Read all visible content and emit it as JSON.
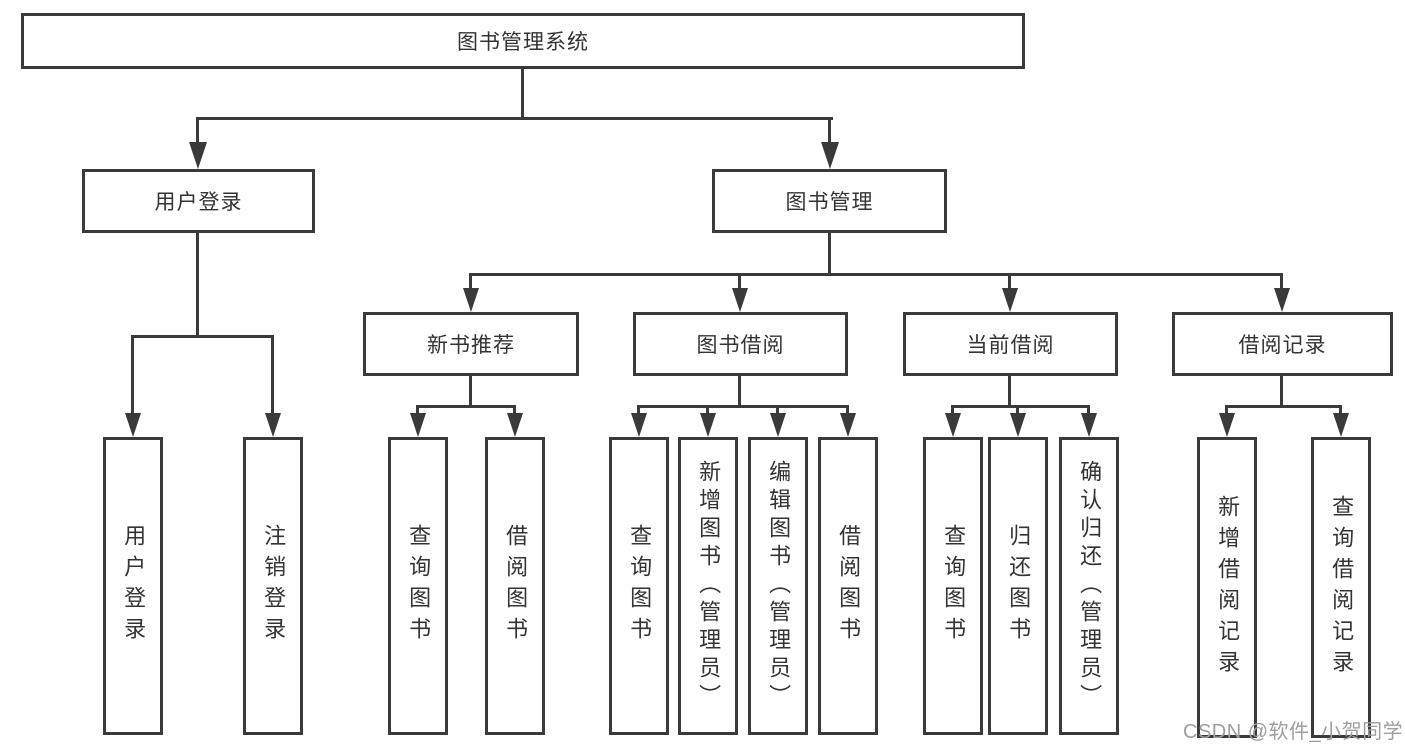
{
  "page": {
    "background_color": "#ffffff",
    "line_color": "#3a3a3a",
    "text_color": "#333333"
  },
  "diagram": {
    "root": {
      "label": "图书管理系统"
    },
    "level2": {
      "user_login": {
        "label": "用户登录"
      },
      "book_management": {
        "label": "图书管理"
      }
    },
    "level3": {
      "new_book_recommend": {
        "label": "新书推荐"
      },
      "book_borrow": {
        "label": "图书借阅"
      },
      "current_borrow": {
        "label": "当前借阅"
      },
      "borrow_records": {
        "label": "借阅记录"
      }
    },
    "leaves": {
      "user_login": {
        "label": "用户登录"
      },
      "logout": {
        "label": "注销登录"
      },
      "recommend_query_books": {
        "label": "查询图书"
      },
      "recommend_borrow_books": {
        "label": "借阅图书"
      },
      "borrow_query_books": {
        "label": "查询图书"
      },
      "borrow_add_books": {
        "label": "新增图书（管理员）"
      },
      "borrow_edit_books": {
        "label": "编辑图书（管理员）"
      },
      "borrow_borrow_books": {
        "label": "借阅图书"
      },
      "current_query_books": {
        "label": "查询图书"
      },
      "current_return_books": {
        "label": "归还图书"
      },
      "current_confirm_return": {
        "label": "确认归还（管理员）"
      },
      "records_add_record": {
        "label": "新增借阅记录"
      },
      "records_query_record": {
        "label": "查询借阅记录"
      }
    },
    "watermark": {
      "label": "CSDN @软件_小贺同学"
    }
  }
}
